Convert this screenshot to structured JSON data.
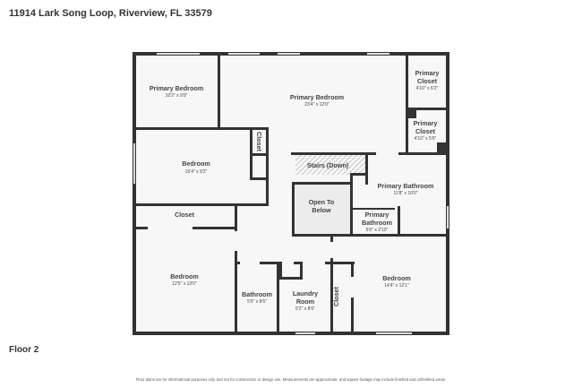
{
  "header": {
    "address": "11914 Lark Song Loop, Riverview, FL 33579"
  },
  "floor_label": "Floor 2",
  "footnote": "Floor plans are for informational purposes only and not for construction or design use. Measurements are approximate, and square footage may include finished and unfinished areas.",
  "rooms": [
    {
      "name": "Primary Bedroom",
      "dims": "10'2\" x 9'0\""
    },
    {
      "name": "Primary Bedroom",
      "dims": "23'4\" x 12'0\""
    },
    {
      "name": "Primary",
      "name2": "Closet",
      "dims": "4'10\" x 6'2\""
    },
    {
      "name": "Primary",
      "name2": "Closet",
      "dims": "4'10\" x 5'6\""
    },
    {
      "name": "Closet"
    },
    {
      "name": "Bedroom",
      "dims": "16'4\" x 9'2\""
    },
    {
      "name": "Stairs (Down)"
    },
    {
      "name": "Primary Bathroom",
      "dims": "11'8\" x 10'0\""
    },
    {
      "name": "Open To",
      "name2": "Below"
    },
    {
      "name": "Primary",
      "name2": "Bathroom",
      "dims": "5'6\" x 2'10\""
    },
    {
      "name": "Closet"
    },
    {
      "name": "Bedroom",
      "dims": "12'5\" x 13'0\""
    },
    {
      "name": "Bathroom",
      "dims": "5'0\" x 8'6\""
    },
    {
      "name": "Laundry",
      "name2": "Room",
      "dims": "6'2\" x 8'6\""
    },
    {
      "name": "Closet"
    },
    {
      "name": "Bedroom",
      "dims": "14'4\" x 12'1\""
    }
  ],
  "colors": {
    "wall": "#333333",
    "floor": "#f7f7f7",
    "open_to_below": "#ececec"
  }
}
